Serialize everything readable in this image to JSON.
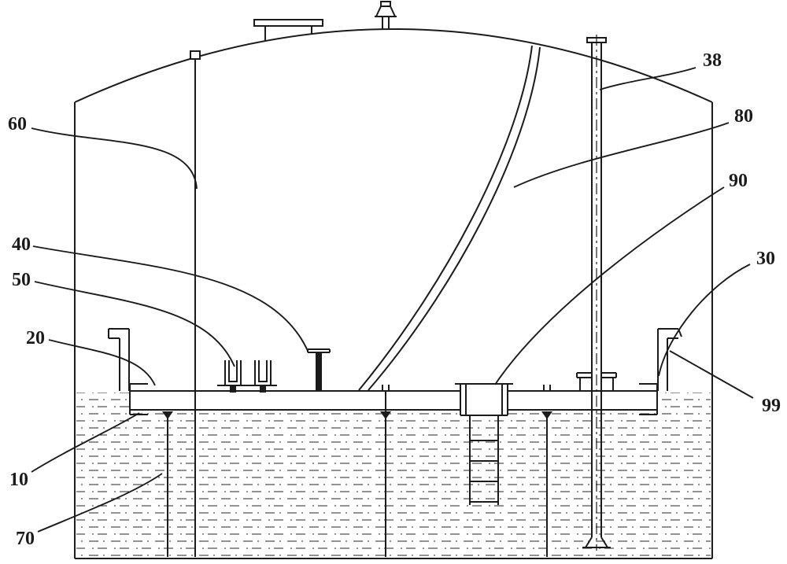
{
  "figure": {
    "type": "patent-line-drawing",
    "description_visible_text_only": true,
    "ink_color": "#1b1b1b",
    "background_color": "#ffffff",
    "liquid_pattern": "alternating horizontal dashes and dots",
    "labels": {
      "l38": "38",
      "l80": "80",
      "l90": "90",
      "l30": "30",
      "l99": "99",
      "l60": "60",
      "l40": "40",
      "l50": "50",
      "l20": "20",
      "l10": "10",
      "l70": "70"
    }
  }
}
